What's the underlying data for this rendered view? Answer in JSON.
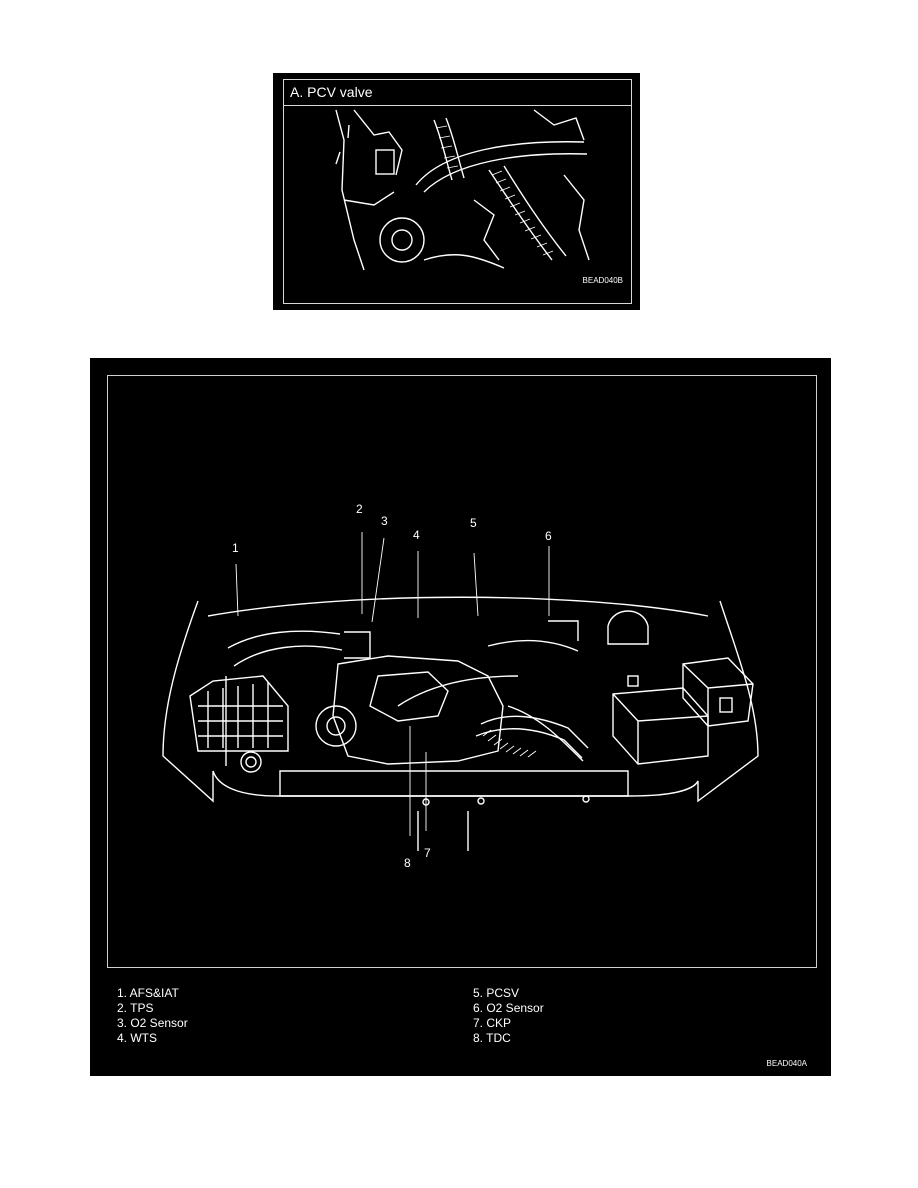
{
  "top_figure": {
    "title": "A. PCV  valve",
    "code": "BEAD040B"
  },
  "main_figure": {
    "callouts": [
      "1",
      "2",
      "3",
      "4",
      "5",
      "6",
      "7",
      "8"
    ],
    "legend": [
      "1. AFS&IAT",
      "2. TPS",
      "3. O2 Sensor",
      "4. WTS",
      "5. PCSV",
      "6. O2 Sensor",
      "7. CKP",
      "8. TDC"
    ],
    "code": "BEAD040A"
  }
}
